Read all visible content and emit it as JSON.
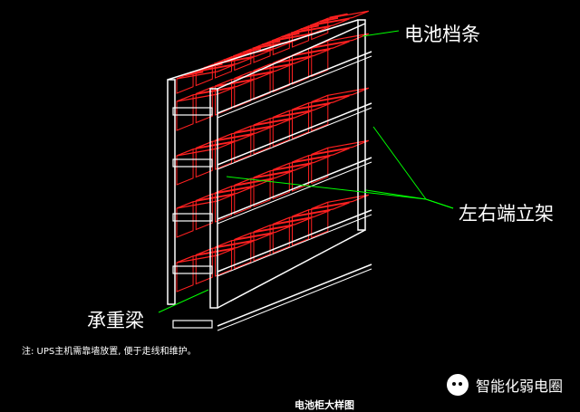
{
  "labels": {
    "battery_retainer": "电池档条",
    "end_frames": "左右端立架",
    "load_beam": "承重梁"
  },
  "note": "注: UPS主机需靠墙放置, 便于走线和维护。",
  "caption": "电池柜大样图",
  "watermark": {
    "icon": "wechat-icon",
    "text": "智能化弱电圈"
  },
  "colors": {
    "background": "#000000",
    "frame": "#ffffff",
    "battery": "#ff2020",
    "leader": "#00ff00",
    "text": "#ffffff"
  }
}
